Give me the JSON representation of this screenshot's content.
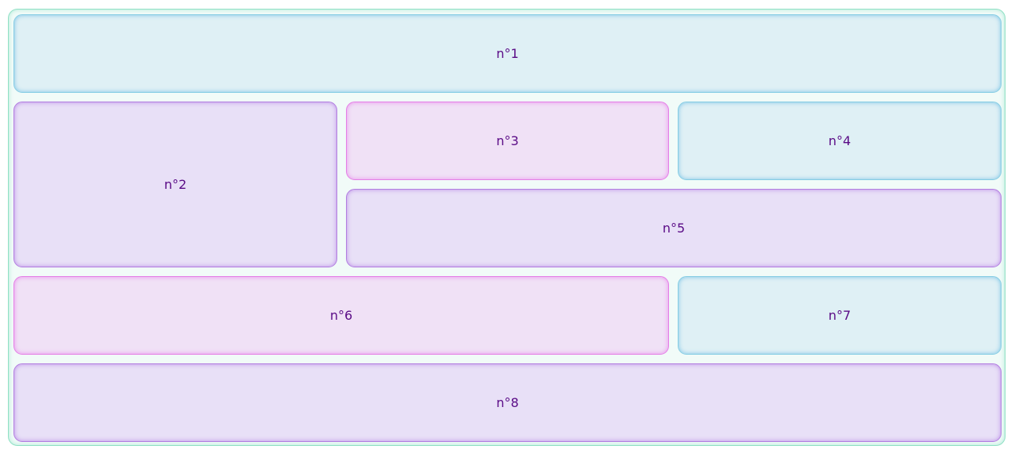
{
  "grid": {
    "cells": [
      {
        "label": "n°1",
        "theme": "cyan"
      },
      {
        "label": "n°2",
        "theme": "lilac"
      },
      {
        "label": "n°3",
        "theme": "pink"
      },
      {
        "label": "n°4",
        "theme": "cyan"
      },
      {
        "label": "n°5",
        "theme": "lilac"
      },
      {
        "label": "n°6",
        "theme": "pink"
      },
      {
        "label": "n°7",
        "theme": "cyan"
      },
      {
        "label": "n°8",
        "theme": "lilac"
      }
    ]
  },
  "colors": {
    "frame_border": "#8fe0c4",
    "frame_background": "#f1fbf8",
    "text": "#5a0b86",
    "cyan_fill": "#dff0f5",
    "lilac_fill": "#e8e0f7",
    "pink_fill": "#f0e1f6"
  }
}
